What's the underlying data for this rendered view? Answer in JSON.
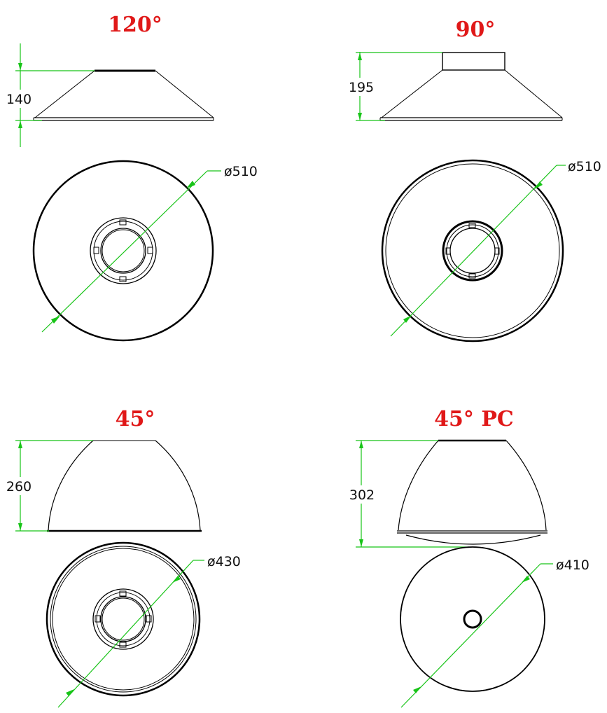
{
  "colors": {
    "title": "#e01818",
    "dimension_line": "#18c418",
    "outline": "#000000",
    "background": "#ffffff"
  },
  "reflectors": [
    {
      "title": "120°",
      "height": "140",
      "diameter": "ø510"
    },
    {
      "title": "90°",
      "height": "195",
      "diameter": "ø510"
    },
    {
      "title": "45°",
      "height": "260",
      "diameter": "ø430"
    },
    {
      "title": "45° PC",
      "height": "302",
      "diameter": "ø410"
    }
  ]
}
